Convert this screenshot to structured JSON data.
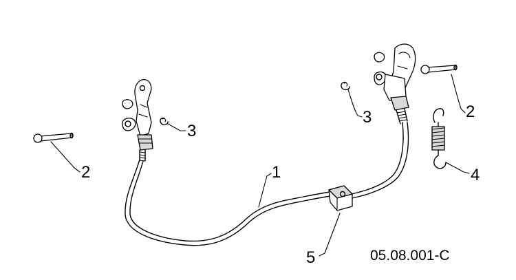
{
  "labels": {
    "cable": "1",
    "pin_left": "2",
    "pin_right": "2",
    "clip_left": "3",
    "clip_right": "3",
    "spring": "4",
    "clamp": "5"
  },
  "reference": "05.08.001-C",
  "colors": {
    "ink": "#000000",
    "background": "#ffffff",
    "shade": "#d9d9d9"
  }
}
